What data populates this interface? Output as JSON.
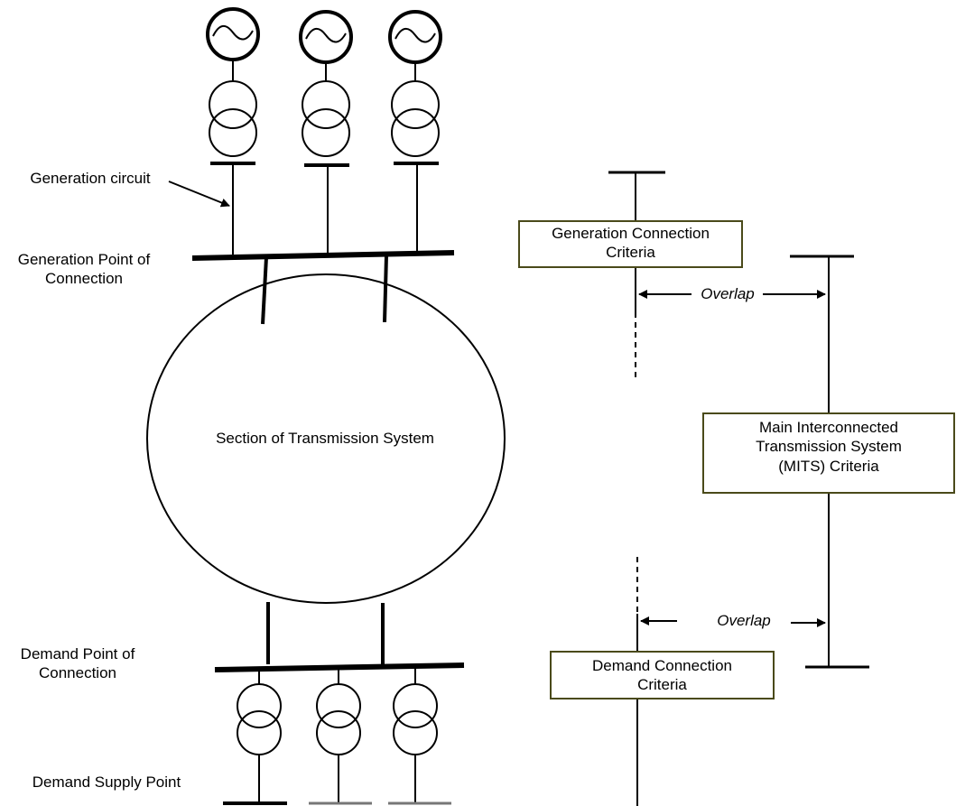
{
  "labels": {
    "generation_circuit": "Generation circuit",
    "generation_poc_line1": "Generation Point of",
    "generation_poc_line2": "Connection",
    "section_transmission": "Section of Transmission System",
    "demand_poc_line1": "Demand Point of",
    "demand_poc_line2": "Connection",
    "demand_supply_point": "Demand Supply Point",
    "overlap_top": "Overlap",
    "overlap_bottom": "Overlap"
  },
  "boxes": {
    "generation_criteria_line1": "Generation Connection",
    "generation_criteria_line2": "Criteria",
    "mits_line1": "Main Interconnected",
    "mits_line2": "Transmission System",
    "mits_line3": "(MITS) Criteria",
    "demand_criteria_line1": "Demand Connection",
    "demand_criteria_line2": "Criteria"
  },
  "colors": {
    "line": "#000000",
    "box_border": "#4a4a1a"
  }
}
